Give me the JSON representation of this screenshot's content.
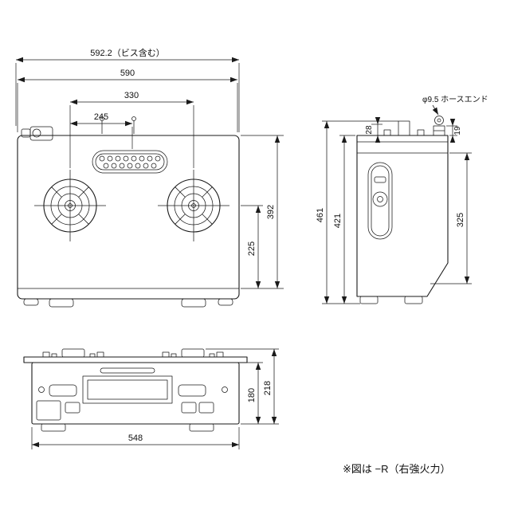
{
  "note": "※図は −R（右強火力）",
  "plan": {
    "width_incl_screws": "592.2（ビス含む）",
    "width": "590",
    "burner_pitch": "330",
    "offset_left": "245",
    "depth": "392",
    "center_to_front": "225"
  },
  "side": {
    "overall_height": "461",
    "body_height": "421",
    "top_clearance": "28",
    "hose_offset": "19",
    "rear_height": "325",
    "hose_end": "φ9.5 ホースエンド"
  },
  "front": {
    "overall_height": "218",
    "panel_height": "180",
    "width": "548"
  }
}
